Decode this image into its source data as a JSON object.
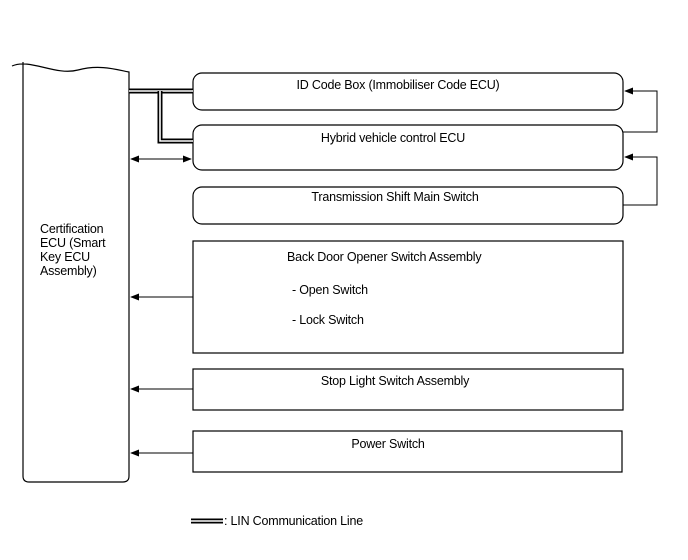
{
  "certification_ecu": {
    "label": "Certification ECU (Smart Key ECU Assembly)",
    "lines": [
      "Certification",
      "ECU (Smart",
      "Key ECU",
      "Assembly)"
    ]
  },
  "components": [
    {
      "id": "id-code-box",
      "label": "ID Code Box (Immobiliser Code ECU)"
    },
    {
      "id": "hybrid-ecu",
      "label": "Hybrid vehicle control ECU"
    },
    {
      "id": "shift-switch",
      "label": "Transmission Shift Main Switch"
    },
    {
      "id": "back-door",
      "label": "Back Door Opener Switch Assembly",
      "items": [
        "- Open Switch",
        "- Lock Switch"
      ]
    },
    {
      "id": "stop-light",
      "label": "Stop Light Switch Assembly"
    },
    {
      "id": "power-switch",
      "label": "Power Switch"
    }
  ],
  "legend": {
    "label": ": LIN Communication Line"
  }
}
